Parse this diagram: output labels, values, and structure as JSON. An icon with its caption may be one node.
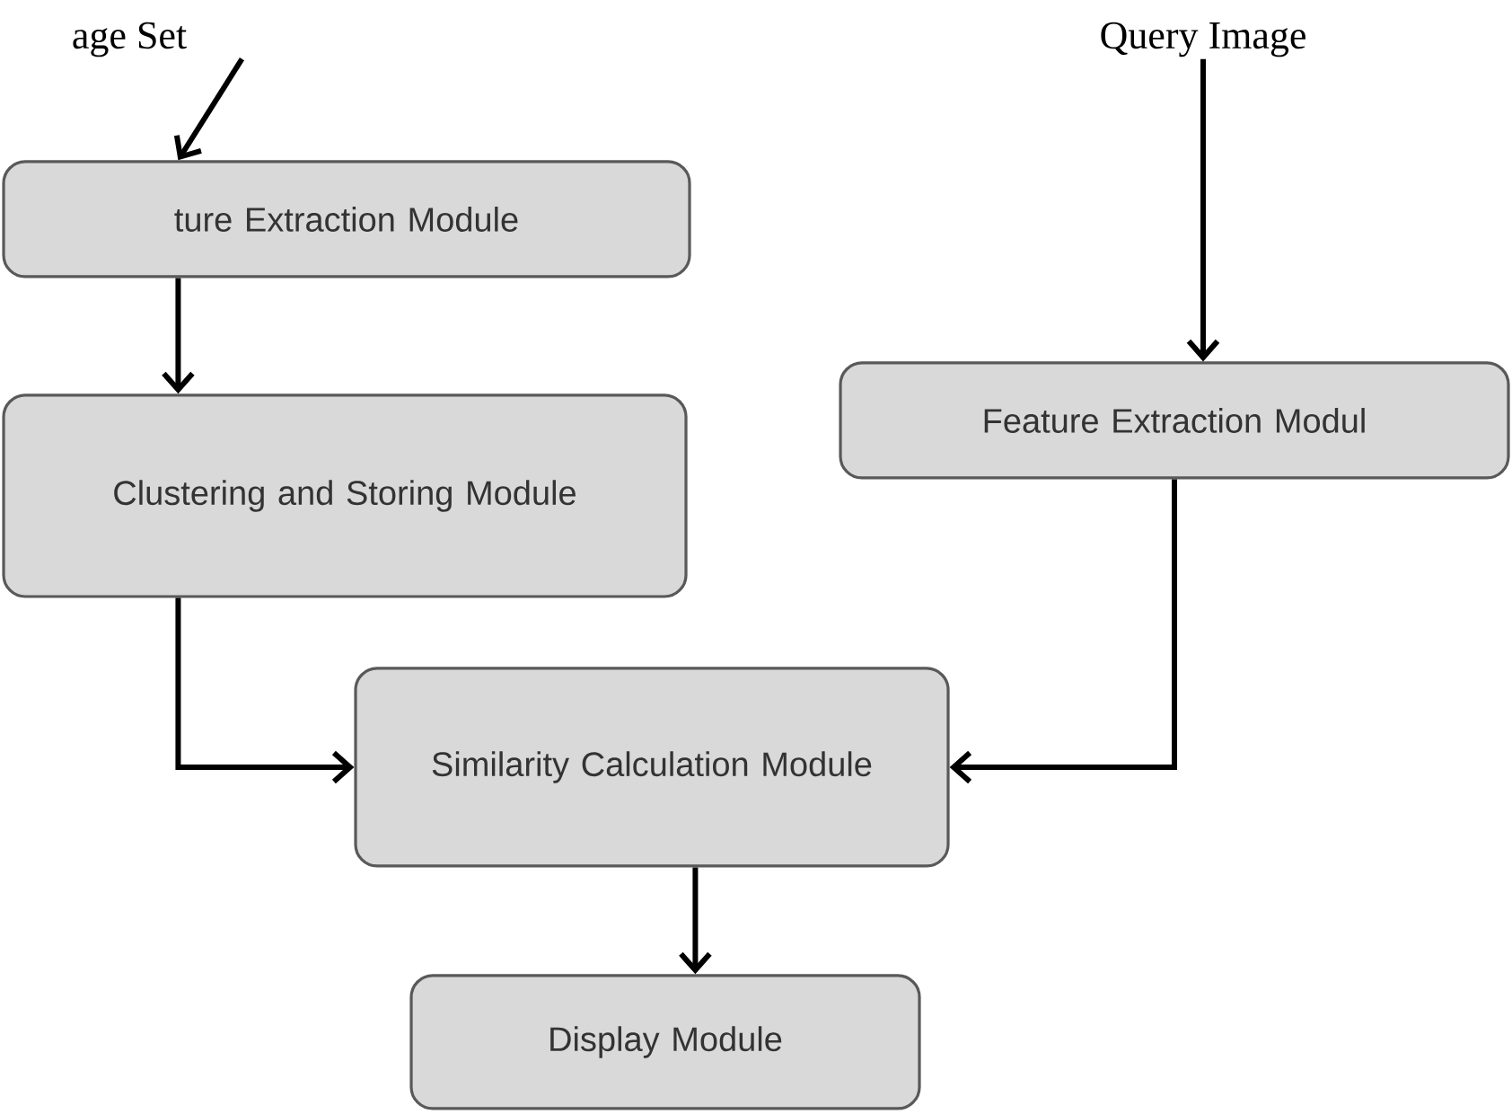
{
  "diagram": {
    "nodes": [
      {
        "text": [
          "age Set"
        ]
      },
      {
        "text": [
          "ture Extraction Module"
        ]
      },
      {
        "text": [
          "Query Image"
        ]
      },
      {
        "text": [
          "Clustering and Storing Module"
        ]
      },
      {
        "text": [
          "Feature Extraction Modul"
        ]
      },
      {
        "text": [
          "Similarity Calculation Module"
        ]
      },
      {
        "text": [
          "Display Module"
        ]
      }
    ],
    "edges": [
      {
        "from": 0,
        "to": 1,
        "arrow": "to"
      },
      {
        "from": 1,
        "to": 3,
        "arrow": "to"
      },
      {
        "from": 2,
        "to": 4,
        "arrow": "to"
      },
      {
        "from": 3,
        "to": 5,
        "arrow": "to"
      },
      {
        "from": 4,
        "to": 5,
        "arrow": "to"
      },
      {
        "from": 5,
        "to": 6,
        "arrow": "to"
      }
    ]
  }
}
